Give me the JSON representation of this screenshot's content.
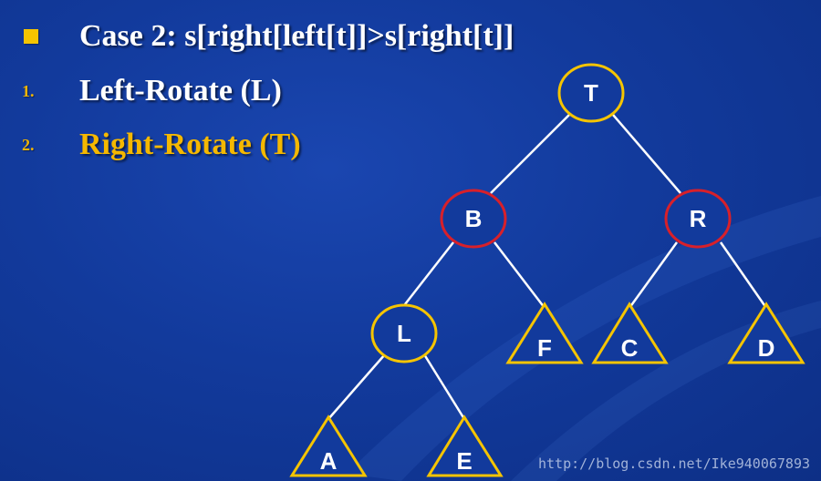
{
  "bullets": [
    {
      "marker": "",
      "text": "Case 2: s[right[left[t]]>s[right[t]]"
    },
    {
      "marker": "1.",
      "text": "Left-Rotate (L)"
    },
    {
      "marker": "2.",
      "text": "Right-Rotate (T)"
    }
  ],
  "tree": {
    "nodes": [
      {
        "label": "T",
        "shape": "circle",
        "outline": "yellow"
      },
      {
        "label": "B",
        "shape": "circle",
        "outline": "red"
      },
      {
        "label": "R",
        "shape": "circle",
        "outline": "red"
      },
      {
        "label": "L",
        "shape": "circle",
        "outline": "yellow"
      },
      {
        "label": "F",
        "shape": "triangle",
        "outline": "yellow"
      },
      {
        "label": "C",
        "shape": "triangle",
        "outline": "yellow"
      },
      {
        "label": "D",
        "shape": "triangle",
        "outline": "yellow"
      },
      {
        "label": "A",
        "shape": "triangle",
        "outline": "yellow"
      },
      {
        "label": "E",
        "shape": "triangle",
        "outline": "yellow"
      }
    ],
    "edges": [
      [
        "T",
        "B"
      ],
      [
        "T",
        "R"
      ],
      [
        "B",
        "L"
      ],
      [
        "B",
        "F"
      ],
      [
        "R",
        "C"
      ],
      [
        "R",
        "D"
      ],
      [
        "L",
        "A"
      ],
      [
        "L",
        "E"
      ]
    ]
  },
  "colors": {
    "background": "#123a9c",
    "accent_yellow": "#f5c400",
    "node_red": "#d8202a",
    "edge": "#ffffff"
  },
  "watermark": "http://blog.csdn.net/Ike940067893"
}
